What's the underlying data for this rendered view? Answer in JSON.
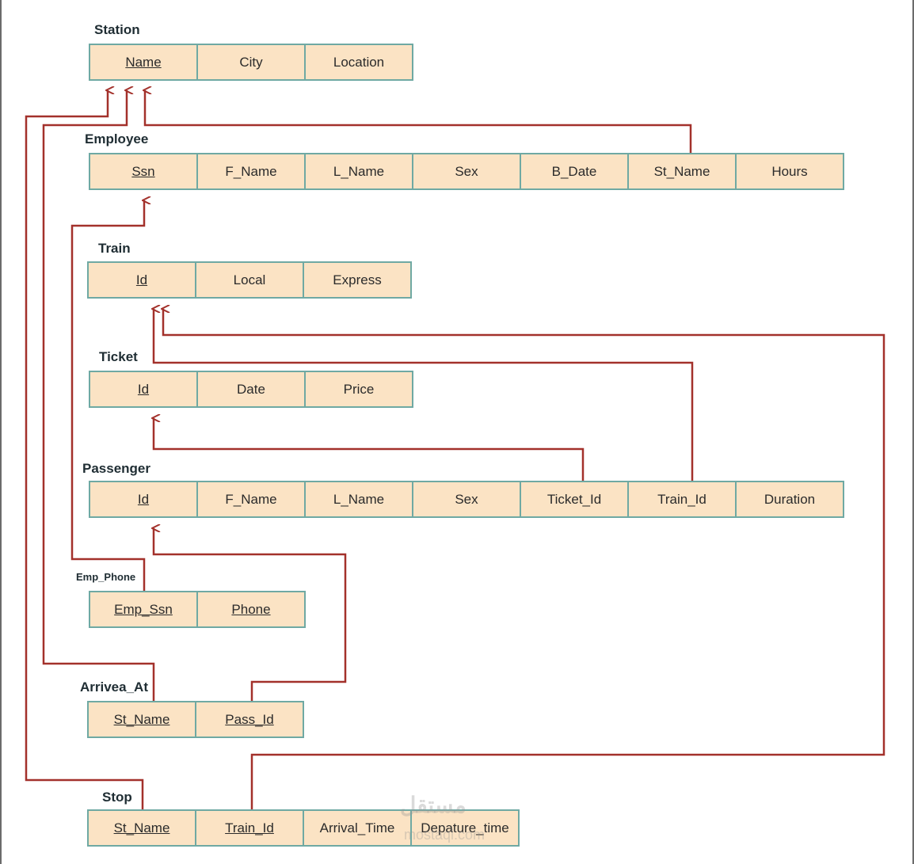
{
  "entities": {
    "station": {
      "title": "Station",
      "attrs": [
        "Name",
        "City",
        "Location"
      ]
    },
    "employee": {
      "title": "Employee",
      "attrs": [
        "Ssn",
        "F_Name",
        "L_Name",
        "Sex",
        "B_Date",
        "St_Name",
        "Hours"
      ]
    },
    "train": {
      "title": "Train",
      "attrs": [
        "Id",
        "Local",
        "Express"
      ]
    },
    "ticket": {
      "title": "Ticket",
      "attrs": [
        "Id",
        "Date",
        "Price"
      ]
    },
    "passenger": {
      "title": "Passenger",
      "attrs": [
        "Id",
        "F_Name",
        "L_Name",
        "Sex",
        "Ticket_Id",
        "Train_Id",
        "Duration"
      ]
    },
    "emp_phone": {
      "title": "Emp_Phone",
      "attrs": [
        "Emp_Ssn",
        "Phone"
      ]
    },
    "arrivea_at": {
      "title": "Arrivea_At",
      "attrs": [
        "St_Name",
        "Pass_Id"
      ]
    },
    "stop": {
      "title": "Stop",
      "attrs": [
        "St_Name",
        "Train_Id",
        "Arrival_Time",
        "Depature_time"
      ]
    }
  },
  "colors": {
    "cell_fill": "#fbe3c4",
    "cell_border": "#6fa9a3",
    "link": "#a3312b"
  },
  "watermark": {
    "text": "مستقل",
    "sub": "mostaql.com"
  }
}
